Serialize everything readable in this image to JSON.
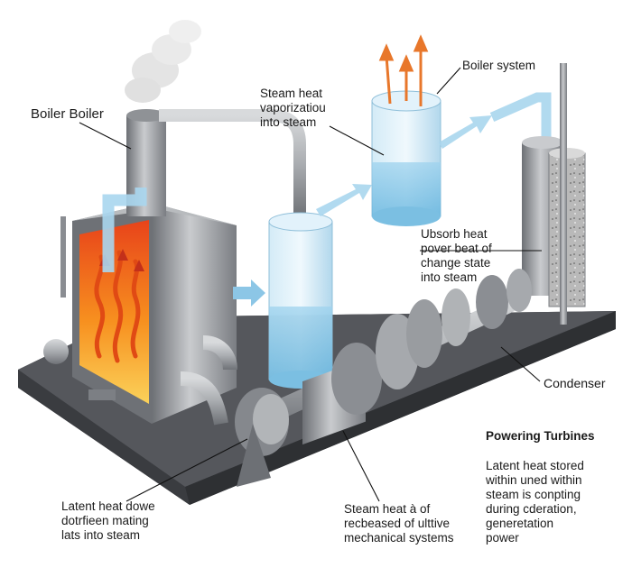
{
  "labels": {
    "boiler": "Boiler Boiler",
    "vaporization": [
      "Steam heat",
      "vaporizatiou",
      "into steam"
    ],
    "boiler_system": "Boiler system",
    "absorb": [
      "Ubsorb heat",
      "pover beat of",
      "change state",
      "into steam"
    ],
    "condenser": "Condenser",
    "turbines_title": "Powering Turbines",
    "turbines_desc": [
      "Latent heat stored",
      "within uned within",
      "steam is conpting",
      "during cderation,",
      "generetation",
      "power"
    ],
    "latent": [
      "Latent heat dowe",
      "dotrfieen mating",
      "lats into steam"
    ],
    "steam_release": [
      "Steam heat à of",
      "recbeased of ulttive",
      "mechanical systems"
    ]
  },
  "colors": {
    "steel": "#8a8d92",
    "base": "#4a4c50",
    "fire": "#f26a1b",
    "water": "#bfe2f2",
    "steam_arrow": "#a9d6ee",
    "hot_arrow": "#e8772b"
  },
  "icons": [
    "smoke-plume",
    "flame",
    "steam-arrow",
    "heat-arrow"
  ]
}
